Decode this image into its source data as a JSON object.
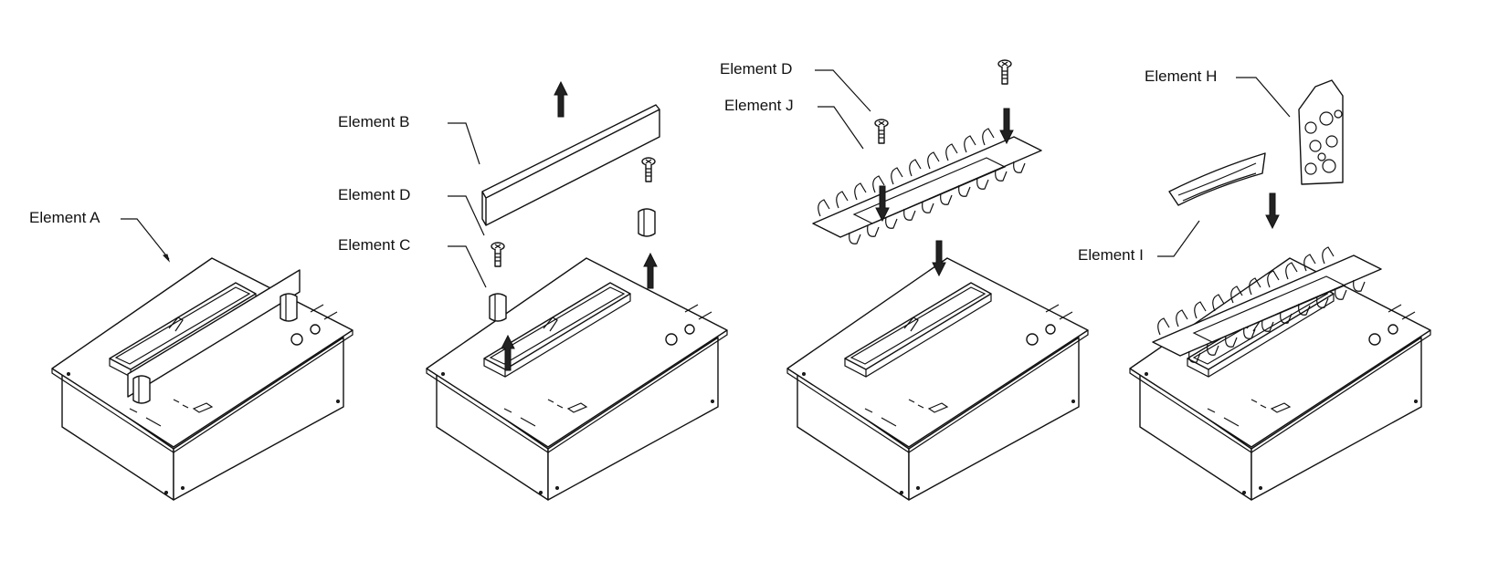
{
  "diagram": {
    "steps": [
      {
        "labels": [
          {
            "text": "Element A"
          }
        ]
      },
      {
        "labels": [
          {
            "text": "Element B"
          },
          {
            "text": "Element D"
          },
          {
            "text": "Element C"
          }
        ]
      },
      {
        "labels": [
          {
            "text": "Element D"
          },
          {
            "text": "Element J"
          }
        ]
      },
      {
        "labels": [
          {
            "text": "Element H"
          },
          {
            "text": "Element I"
          }
        ]
      }
    ]
  }
}
